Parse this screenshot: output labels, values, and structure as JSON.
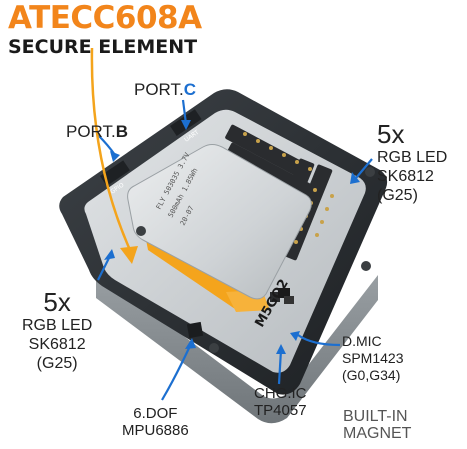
{
  "title": "ATECC608A",
  "subtitle": "SECURE ELEMENT",
  "ports": {
    "b": {
      "prefix": "PORT.",
      "letter": "B"
    },
    "c": {
      "prefix": "PORT.",
      "letter": "C"
    }
  },
  "rgb_right": {
    "count": "5x",
    "line1": "RGB LED",
    "line2": "SK6812",
    "line3": "(G25)"
  },
  "rgb_left": {
    "count": "5x",
    "line1": "RGB LED",
    "line2": "SK6812",
    "line3": "(G25)"
  },
  "dmic": {
    "line1": "D.MIC",
    "line2": "SPM1423",
    "line3": "(G0,G34)"
  },
  "dof": {
    "line1": "6.DOF",
    "line2": "MPU6886"
  },
  "chg": {
    "line1": "CHG.IC",
    "line2": "TP4057"
  },
  "magnet": {
    "line1": "BUILT-IN",
    "line2": "MAGNET"
  },
  "board": {
    "model": "M5GO2",
    "battery_text": "FLY 503035 3.7V 500mAh 1.85Wh 20-07",
    "silk_uart": "UART",
    "silk_gpio": "GPIO"
  },
  "colors": {
    "title": "#f2851b",
    "port_c_accent": "#1c6fd0",
    "battery_wrap": "#f4a41c",
    "board_gray": "#c9cdd0",
    "frame_dark": "#2b2f33",
    "pointer": "#f4a41c",
    "pointer_blue": "#1c6fd0"
  }
}
